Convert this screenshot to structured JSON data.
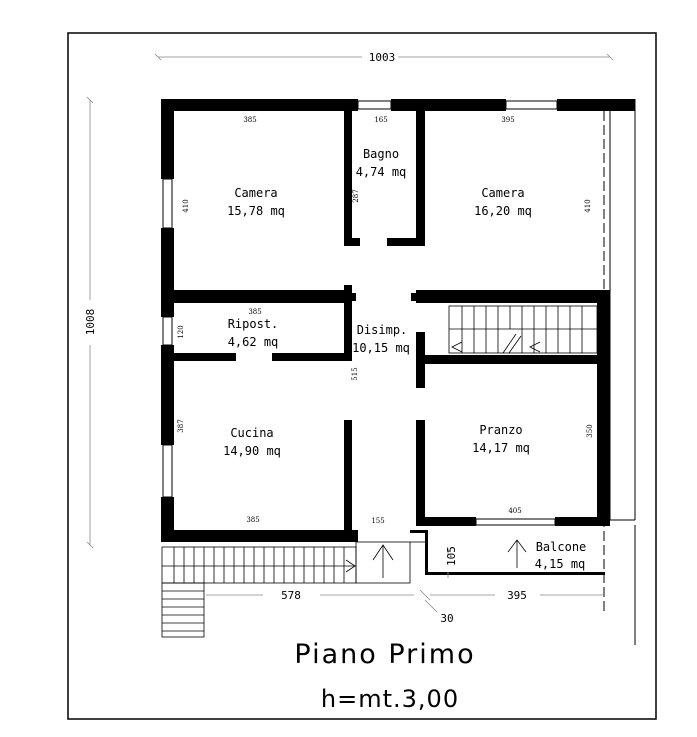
{
  "plan": {
    "title": "Piano Primo",
    "height_note": "h=mt.3,00",
    "overall": {
      "width": "1003",
      "depth": "1008"
    },
    "rooms": {
      "camera_left": {
        "name": "Camera",
        "area": "15,78 mq",
        "dim_top": "385",
        "dim_side": "410"
      },
      "bagno": {
        "name": "Bagno",
        "area": "4,74 mq",
        "dim_top": "165",
        "dim_side": "287"
      },
      "camera_right": {
        "name": "Camera",
        "area": "16,20 mq",
        "dim_top": "395",
        "dim_side": "410"
      },
      "ripost": {
        "name": "Ripost.",
        "area": "4,62 mq",
        "dim_top": "385",
        "dim_side": "120"
      },
      "disimp": {
        "name": "Disimp.",
        "area": "10,15 mq",
        "dim_side": "515"
      },
      "cucina": {
        "name": "Cucina",
        "area": "14,90 mq",
        "dim_side": "387",
        "dim_bottom": "385"
      },
      "pranzo": {
        "name": "Pranzo",
        "area": "14,17 mq",
        "dim_side": "350",
        "dim_bottom": "405"
      },
      "balcone": {
        "name": "Balcone",
        "area": "4,15 mq",
        "dim_side": "105"
      },
      "landing": {
        "dim": "155"
      }
    },
    "bottom_dims": {
      "left": "578",
      "gap": "30",
      "right": "395"
    }
  }
}
